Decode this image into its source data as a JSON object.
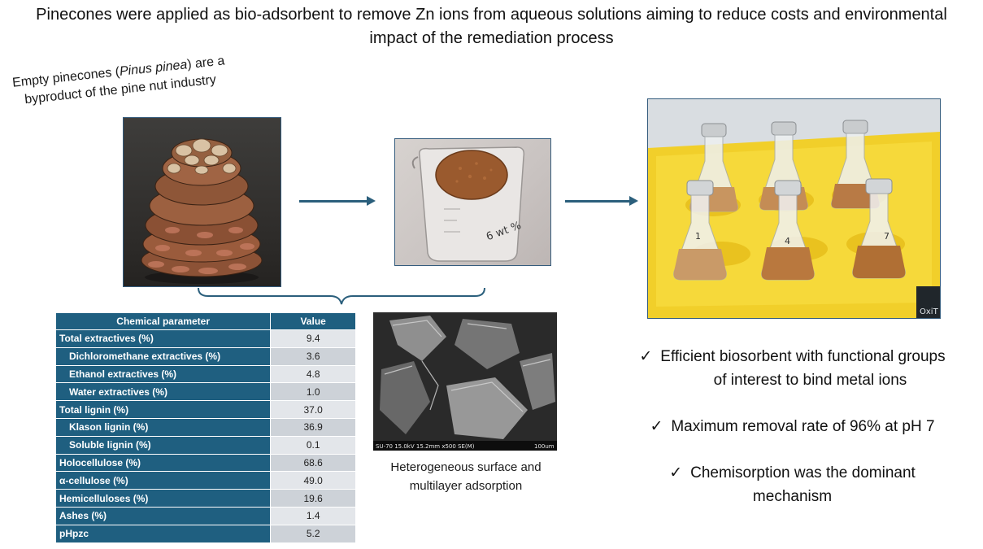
{
  "title": "Pinecones were applied as bio-adsorbent to remove Zn ions from aqueous solutions aiming to reduce costs and environmental impact of the remediation process",
  "pinecone_caption": {
    "before": "Empty pinecones (",
    "italic": "Pinus pinea",
    "after": ") are a byproduct of the pine nut industry"
  },
  "table": {
    "headers": [
      "Chemical parameter",
      "Value"
    ],
    "rows": [
      {
        "label": "Total extractives (%)",
        "value": "9.4",
        "indent": false
      },
      {
        "label": "Dichloromethane extractives (%)",
        "value": "3.6",
        "indent": true
      },
      {
        "label": "Ethanol extractives (%)",
        "value": "4.8",
        "indent": true
      },
      {
        "label": "Water extractives (%)",
        "value": "1.0",
        "indent": true
      },
      {
        "label": "Total lignin (%)",
        "value": "37.0",
        "indent": false
      },
      {
        "label": "Klason lignin (%)",
        "value": "36.9",
        "indent": true
      },
      {
        "label": "Soluble lignin (%)",
        "value": "0.1",
        "indent": true
      },
      {
        "label": "Holocellulose (%)",
        "value": "68.6",
        "indent": false
      },
      {
        "label": "α-cellulose (%)",
        "value": "49.0",
        "indent": false
      },
      {
        "label": "Hemicelluloses (%)",
        "value": "19.6",
        "indent": false
      },
      {
        "label": "Ashes (%)",
        "value": "1.4",
        "indent": false
      },
      {
        "label": "pHpzc",
        "value": "5.2",
        "indent": false
      }
    ]
  },
  "sem": {
    "label": "SU-70 15.0kV 15.2mm x500 SE(M)",
    "scale": "100um",
    "caption": "Heterogeneous surface and multilayer adsorption"
  },
  "beaker_marking": "6 wt %",
  "flask_labels": [
    "1",
    "4",
    "7"
  ],
  "device_label": "OxiT",
  "bullets": [
    {
      "check": "✓",
      "line1": "Efficient biosorbent with functional groups",
      "line2": "of interest to bind metal ions"
    },
    {
      "check": "✓",
      "line1": "Maximum removal rate of 96% at pH 7",
      "line2": ""
    },
    {
      "check": "✓",
      "line1": "Chemisorption was the dominant",
      "line2": "mechanism"
    }
  ]
}
